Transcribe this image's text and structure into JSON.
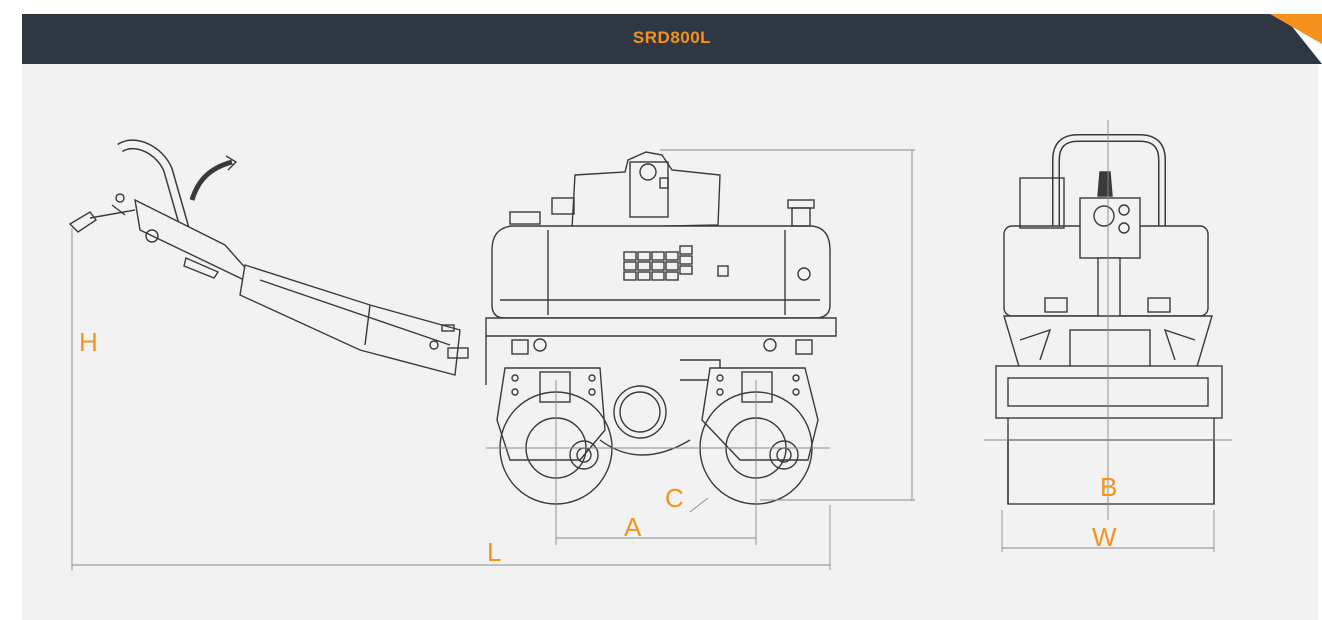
{
  "header": {
    "title": "SRD800L"
  },
  "dimensions": {
    "H": "H",
    "L": "L",
    "A": "A",
    "C": "C",
    "B": "B",
    "W": "W"
  },
  "colors": {
    "header_bg": "#2f3842",
    "accent": "#f5921e",
    "panel_bg": "#f2f2f2",
    "line": "#3a3a3a"
  }
}
